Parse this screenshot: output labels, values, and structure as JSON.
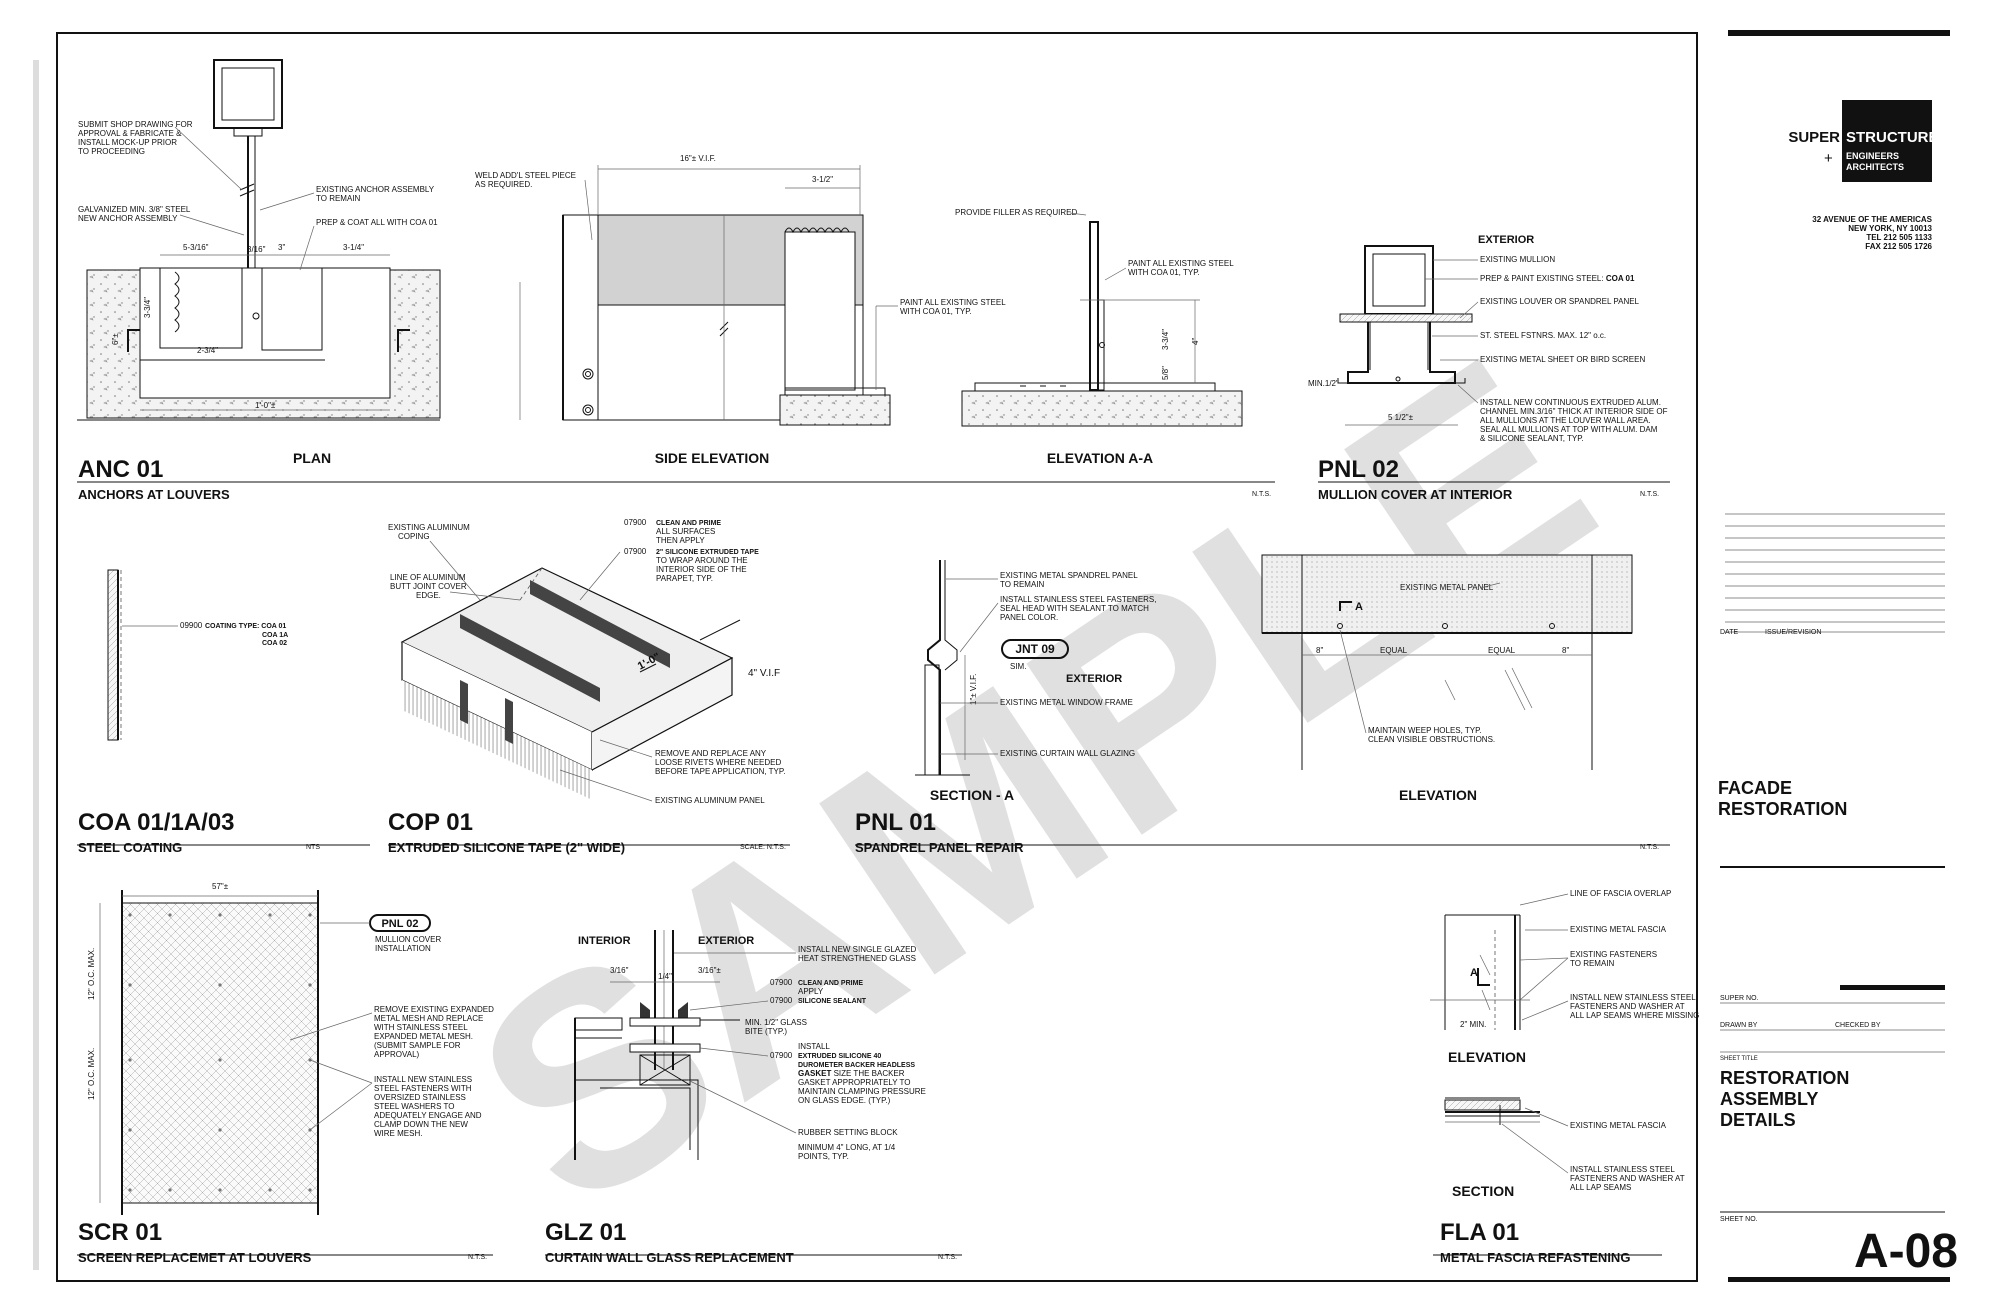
{
  "watermark": "SAMPLE",
  "firm": {
    "logo_left": "SUPER",
    "logo_right": "STRUCTURES",
    "logo_sub1": "ENGINEERS",
    "logo_sub2": "ARCHITECTS",
    "address1": "32 AVENUE OF THE AMERICAS",
    "address2": "NEW YORK, NY 10013",
    "tel": "TEL 212 505 1133",
    "fax": "FAX 212 505 1726"
  },
  "title_block": {
    "date_label": "DATE",
    "issue_label": "ISSUE/REVISION",
    "project_line1": "FACADE",
    "project_line2": "RESTORATION",
    "super_no_label": "SUPER NO.",
    "drawn_by_label": "DRAWN BY",
    "checked_by_label": "CHECKED BY",
    "sheet_title_label": "SHEET TITLE",
    "sheet_title_line1": "RESTORATION",
    "sheet_title_line2": "ASSEMBLY",
    "sheet_title_line3": "DETAILS",
    "sheet_no_label": "SHEET NO.",
    "sheet_no": "A-08"
  },
  "details": {
    "anc01": {
      "code": "ANC 01",
      "title": "ANCHORS AT LOUVERS",
      "scale": "N.T.S.",
      "view_plan": "PLAN",
      "view_side": "SIDE ELEVATION",
      "view_elev": "ELEVATION A-A",
      "note_shop1": "SUBMIT SHOP DRAWING FOR",
      "note_shop2": "APPROVAL & FABRICATE &",
      "note_shop3": "INSTALL MOCK-UP PRIOR",
      "note_shop4": "TO PROCEEDING",
      "note_galv1": "GALVANIZED MIN. 3/8\" STEEL",
      "note_galv2": "NEW ANCHOR ASSEMBLY",
      "note_exist1": "EXISTING ANCHOR ASSEMBLY",
      "note_exist2": "TO REMAIN",
      "note_prep": "PREP & COAT ALL WITH COA 01",
      "dim_a": "5-3/16\"",
      "dim_b": "3/16\"",
      "dim_c": "3\"",
      "dim_d": "3-1/4\"",
      "dim_e": "2-3/4\"",
      "dim_f": "1'-0\"±",
      "dim_g": "3-3/4\"",
      "dim_h": "6\"±",
      "note_weld1": "WELD ADD'L STEEL PIECE",
      "note_weld2": "AS REQUIRED.",
      "dim_16": "16\"± V.I.F.",
      "dim_312": "3-1/2\"",
      "note_paint1": "PAINT ALL EXISTING STEEL",
      "note_paint2": "WITH COA 01, TYP.",
      "note_filler": "PROVIDE FILLER AS REQUIRED",
      "note_paint3": "PAINT ALL EXISTING STEEL",
      "note_paint4": "WITH COA 01, TYP.",
      "dim_334": "3-3/4\"",
      "dim_4": "4\"",
      "dim_58": "5/8\""
    },
    "pnl02": {
      "code": "PNL 02",
      "title": "MULLION COVER AT INTERIOR",
      "scale": "N.T.S.",
      "exterior": "EXTERIOR",
      "n1": "EXISTING MULLION",
      "n2a": "PREP & PAINT EXISTING STEEL: ",
      "n2b": "COA 01",
      "n3": "EXISTING LOUVER OR SPANDREL PANEL",
      "n4": "ST. STEEL FSTNRS. MAX. 12\" o.c.",
      "n5": "EXISTING METAL SHEET  OR BIRD SCREEN",
      "n6a": "INSTALL NEW CONTINUOUS EXTRUDED ALUM.",
      "n6b": "CHANNEL MIN.3/16\" THICK AT INTERIOR SIDE OF",
      "n6c": "ALL MULLIONS AT THE LOUVER WALL AREA.",
      "n6d": "SEAL ALL MULLIONS AT TOP WITH ALUM. DAM",
      "n6e": "& SILICONE SEALANT, TYP.",
      "dim_min": "MIN.1/2\"",
      "dim_w": "5 1/2\"±"
    },
    "coa01": {
      "code": "COA 01/1A/03",
      "title": "STEEL COATING",
      "scale": "NTS",
      "num": "09900",
      "label": "COATING TYPE: COA 01",
      "l2": "COA 1A",
      "l3": "COA 02"
    },
    "cop01": {
      "code": "COP 01",
      "title": "EXTRUDED SILICONE TAPE (2\" WIDE)",
      "scale": "SCALE: N.T.S.",
      "n1a": "EXISTING ALUMINUM",
      "n1b": "COPING",
      "n2a": "LINE OF ALUMINUM",
      "n2b": "BUTT JOINT COVER",
      "n2c": "EDGE.",
      "n3num": "07900",
      "n3a": "CLEAN AND PRIME",
      "n3b": "ALL SURFACES",
      "n3c": "THEN APPLY",
      "n4num": "07900",
      "n4a": "2\" SILICONE EXTRUDED TAPE",
      "n4b": "TO WRAP AROUND THE",
      "n4c": "INTERIOR SIDE OF THE",
      "n4d": "PARAPET, TYP.",
      "dim1": "1'-0\"",
      "dim2": "4\" V.I.F",
      "n5a": "REMOVE AND REPLACE ANY",
      "n5b": "LOOSE RIVETS WHERE NEEDED",
      "n5c": "BEFORE TAPE APPLICATION, TYP.",
      "n6": "EXISTING ALUMINUM PANEL"
    },
    "pnl01": {
      "code": "PNL 01",
      "title": "SPANDREL PANEL REPAIR",
      "scale": "N.T.S.",
      "section": "SECTION - A",
      "elevation": "ELEVATION",
      "n1a": "EXISTING METAL SPANDREL PANEL",
      "n1b": "TO REMAIN",
      "n2a": "INSTALL STAINLESS STEEL FASTENERS,",
      "n2b": "SEAL HEAD WITH SEALANT TO MATCH",
      "n2c": "PANEL COLOR.",
      "jnt": "JNT 09",
      "sim": "SIM.",
      "exterior": "EXTERIOR",
      "dim_v": "1\"± V.I.F.",
      "n3": "EXISTING METAL WINDOW FRAME",
      "n4": "EXISTING CURTAIN WALL GLAZING",
      "e1": "EXISTING METAL PANEL",
      "e_a": "A",
      "e_d1": "8\"",
      "e_d2": "EQUAL",
      "e_d3": "EQUAL",
      "e_d4": "8\"",
      "e_n1": "MAINTAIN WEEP HOLES, TYP.",
      "e_n2": "CLEAN VISIBLE OBSTRUCTIONS."
    },
    "scr01": {
      "code": "SCR 01",
      "title": "SCREEN REPLACEMET AT LOUVERS",
      "scale": "N.T.S.",
      "dim_w": "57\"±",
      "dim_v1": "12\" O.C. MAX.",
      "dim_v2": "12\" O.C. MAX.",
      "tag": "PNL 02",
      "tag_n1": "MULLION COVER",
      "tag_n2": "INSTALLATION",
      "n1a": "REMOVE EXISTING EXPANDED",
      "n1b": "METAL MESH AND REPLACE",
      "n1c": "WITH STAINLESS STEEL",
      "n1d": "EXPANDED METAL MESH.",
      "n1e": "(SUBMIT SAMPLE FOR",
      "n1f": "APPROVAL)",
      "n2a": "INSTALL NEW STAINLESS",
      "n2b": "STEEL FASTENERS WITH",
      "n2c": "OVERSIZED STAINLESS",
      "n2d": "STEEL WASHERS TO",
      "n2e": "ADEQUATELY ENGAGE AND",
      "n2f": "CLAMP DOWN THE NEW",
      "n2g": "WIRE MESH."
    },
    "glz01": {
      "code": "GLZ 01",
      "title": "CURTAIN WALL GLASS REPLACEMENT",
      "scale": "N.T.S.",
      "interior": "INTERIOR",
      "exterior": "EXTERIOR",
      "d1": "3/16\"",
      "d2": "1/4\"",
      "d3": "3/16\"±",
      "n1a": "INSTALL NEW SINGLE GLAZED",
      "n1b": "HEAT STRENGTHENED GLASS",
      "n2num": "07900",
      "n2": "CLEAN AND PRIME",
      "n2b": "APPLY",
      "n3num": "07900",
      "n3": "SILICONE SEALANT",
      "n4a": "MIN. 1/2\" GLASS",
      "n4b": "BITE (TYP.)",
      "n5num": "07900",
      "n5a": "INSTALL",
      "n5b": "EXTRUDED SILICONE 40",
      "n5c": "DUROMETER BACKER HEADLESS",
      "n5d": "GASKET",
      "n5e": " SIZE THE BACKER",
      "n5f": "GASKET APPROPRIATELY TO",
      "n5g": "MAINTAIN CLAMPING PRESSURE",
      "n5h": "ON GLASS EDGE. (TYP.)",
      "n6a": "RUBBER SETTING BLOCK",
      "n6b": "MINIMUM 4\" LONG, AT 1/4",
      "n6c": "POINTS, TYP."
    },
    "fla01": {
      "code": "FLA 01",
      "title": "METAL FASCIA REFASTENING",
      "elevation": "ELEVATION",
      "section": "SECTION",
      "n1": "LINE OF FASCIA OVERLAP",
      "n2": "EXISTING METAL FASCIA",
      "n3a": "EXISTING FASTENERS",
      "n3b": "TO REMAIN",
      "n4a": "INSTALL NEW STAINLESS STEEL",
      "n4b": "FASTENERS AND WASHER AT",
      "n4c": "ALL LAP SEAMS WHERE MISSING",
      "dim": "2\" MIN.",
      "a": "A",
      "s1": "EXISTING METAL FASCIA",
      "s2a": "INSTALL STAINLESS STEEL",
      "s2b": "FASTENERS AND WASHER AT",
      "s2c": "ALL LAP SEAMS"
    }
  }
}
